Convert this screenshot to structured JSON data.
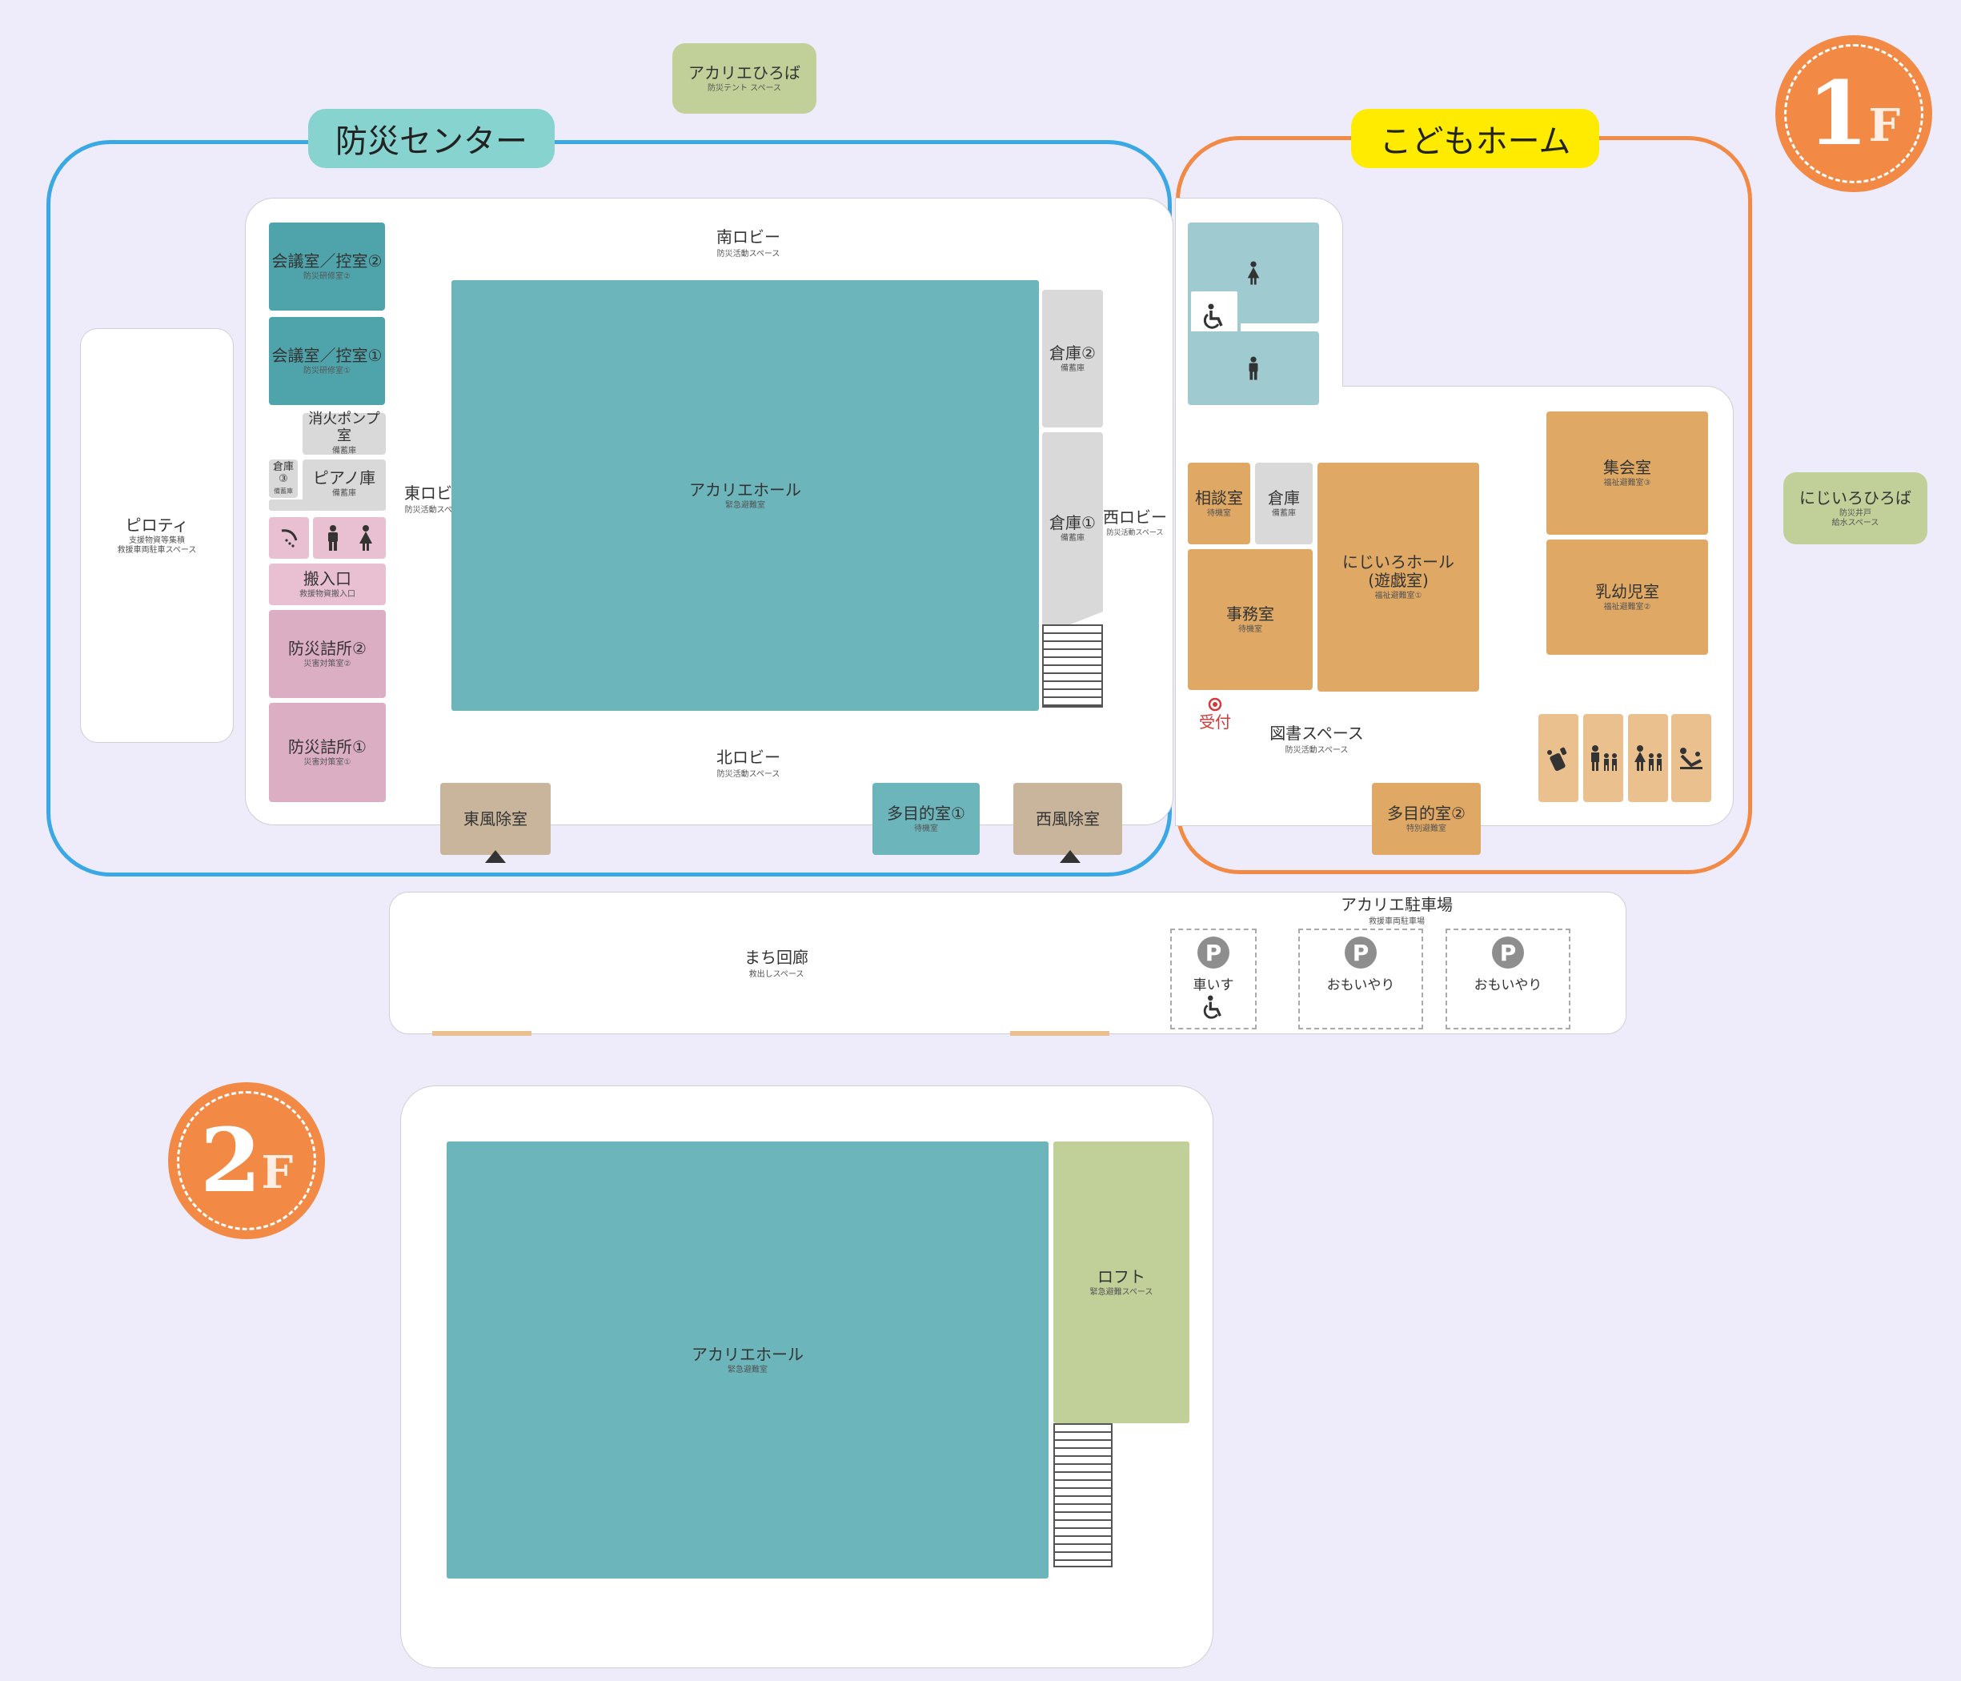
{
  "colors": {
    "background": "#eeecfb",
    "disaster_center_outline": "#3ba8e6",
    "kids_home_outline": "#f28a45",
    "disaster_center_tag": "#87d3cf",
    "kids_home_tag": "#ffeb00",
    "floor_badge": "#f28a45"
  },
  "floor1": {
    "badge_number": "1",
    "badge_letter": "F",
    "disaster_center_title": "防災センター",
    "kids_home_title": "こどもホーム",
    "akarie_plaza": {
      "name": "アカリエひろば",
      "sub": "防災テント スペース"
    },
    "nijiiro_plaza": {
      "name": "にじいろひろば",
      "sub1": "防災井戸",
      "sub2": "給水スペース"
    },
    "piloti": {
      "name": "ピロティ",
      "sub1": "支援物資等集積",
      "sub2": "救援車両駐車スペース"
    },
    "south_lobby": {
      "name": "南ロビー",
      "sub": "防災活動スペース"
    },
    "north_lobby": {
      "name": "北ロビー",
      "sub": "防災活動スペース"
    },
    "east_lobby": {
      "name": "東ロビー",
      "sub": "防災活動スペース"
    },
    "west_lobby": {
      "name": "西ロビー",
      "sub": "防災活動スペース"
    },
    "meeting2": {
      "name": "会議室／控室②",
      "sub": "防災研修室②"
    },
    "meeting1": {
      "name": "会議室／控室①",
      "sub": "防災研修室①"
    },
    "pump_room": {
      "name": "消火ポンプ室",
      "sub": "備蓄庫"
    },
    "storage3": {
      "name": "倉庫③",
      "sub": "備蓄庫"
    },
    "piano_storage": {
      "name": "ピアノ庫",
      "sub": "備蓄庫"
    },
    "loading_entrance": {
      "name": "搬入口",
      "sub": "救援物資搬入口"
    },
    "disaster_office2": {
      "name": "防災詰所②",
      "sub": "災害対策室②"
    },
    "disaster_office1": {
      "name": "防災詰所①",
      "sub": "災害対策室①"
    },
    "akarie_hall": {
      "name": "アカリエホール",
      "sub": "緊急避難室"
    },
    "storage2": {
      "name": "倉庫②",
      "sub": "備蓄庫"
    },
    "storage1": {
      "name": "倉庫①",
      "sub": "備蓄庫"
    },
    "east_windbreak": {
      "name": "東風除室"
    },
    "west_windbreak": {
      "name": "西風除室"
    },
    "multi1": {
      "name": "多目的室①",
      "sub": "待機室"
    },
    "consult": {
      "name": "相談室",
      "sub": "待機室"
    },
    "kids_storage": {
      "name": "倉庫",
      "sub": "備蓄庫"
    },
    "office": {
      "name": "事務室",
      "sub": "待機室"
    },
    "nijiiro_hall": {
      "name": "にじいろホール",
      "name2": "(遊戯室)",
      "sub": "福祉避難室①"
    },
    "assembly": {
      "name": "集会室",
      "sub": "福祉避難室③"
    },
    "infant": {
      "name": "乳幼児室",
      "sub": "福祉避難室②"
    },
    "reception": {
      "name": "受付"
    },
    "library": {
      "name": "図書スペース",
      "sub": "防災活動スペース"
    },
    "multi2": {
      "name": "多目的室②",
      "sub": "特別避難室"
    },
    "corridor": {
      "name": "まち回廊",
      "sub": "救出しスペース"
    },
    "parking": {
      "name": "アカリエ駐車場",
      "sub": "救援車両駐車場",
      "spots": [
        {
          "symbol": "P",
          "label": "車いす"
        },
        {
          "symbol": "P",
          "label": "おもいやり"
        },
        {
          "symbol": "P",
          "label": "おもいやり"
        }
      ]
    }
  },
  "floor2": {
    "badge_number": "2",
    "badge_letter": "F",
    "akarie_hall": {
      "name": "アカリエホール",
      "sub": "緊急避難室"
    },
    "loft": {
      "name": "ロフト",
      "sub": "緊急避難スペース"
    }
  }
}
